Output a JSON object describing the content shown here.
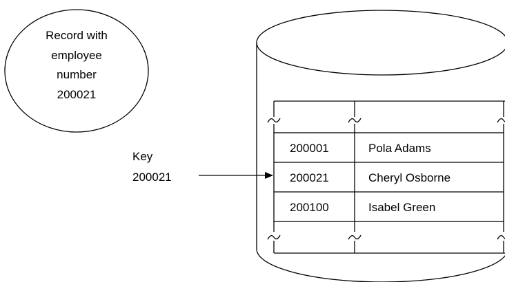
{
  "record_bubble": {
    "lines": [
      "Record with",
      "employee",
      "number",
      "200021"
    ]
  },
  "key_label": {
    "lines": [
      "Key",
      "200021"
    ]
  },
  "records": [
    {
      "number": "200001",
      "name": "Pola Adams"
    },
    {
      "number": "200021",
      "name": "Cheryl Osborne"
    },
    {
      "number": "200100",
      "name": "Isabel Green"
    }
  ],
  "colors": {
    "ink": "#000000",
    "background": "#ffffff"
  }
}
